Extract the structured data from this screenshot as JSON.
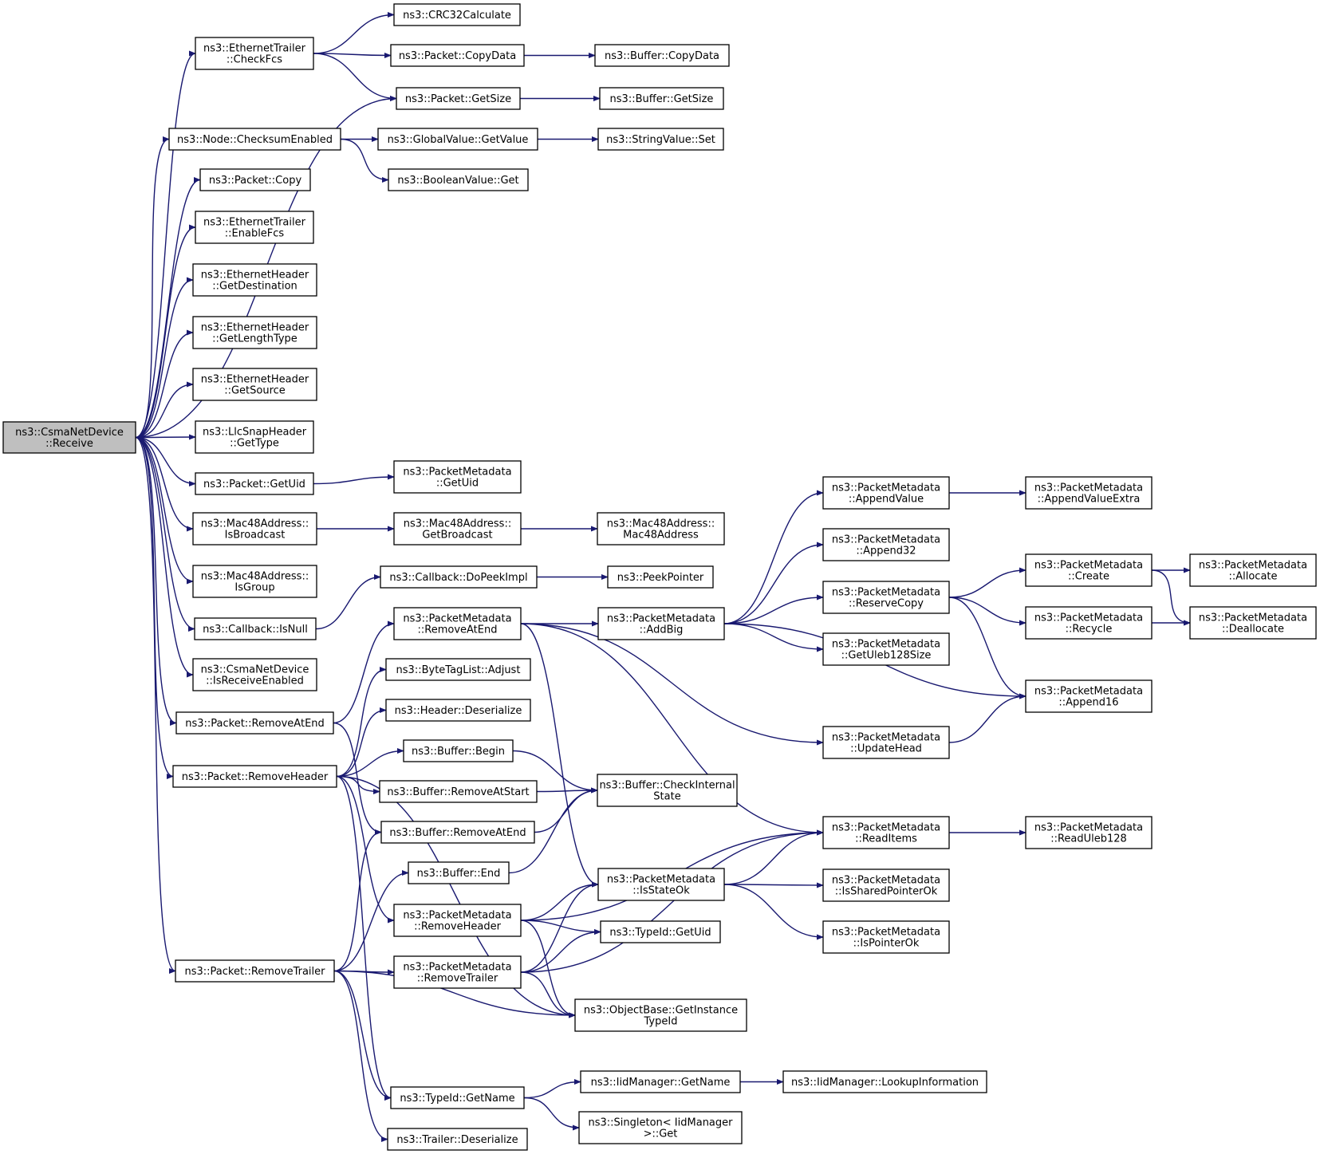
{
  "diagram": {
    "root": "receive",
    "nodes": {
      "receive": [
        "ns3::CsmaNetDevice",
        "::Receive"
      ],
      "checkFcs": [
        "ns3::EthernetTrailer",
        "::CheckFcs"
      ],
      "crc32": [
        "ns3::CRC32Calculate"
      ],
      "pktCopyData": [
        "ns3::Packet::CopyData"
      ],
      "bufCopyData": [
        "ns3::Buffer::CopyData"
      ],
      "pktGetSize": [
        "ns3::Packet::GetSize"
      ],
      "bufGetSize": [
        "ns3::Buffer::GetSize"
      ],
      "checksumEnabled": [
        "ns3::Node::ChecksumEnabled"
      ],
      "gvGetValue": [
        "ns3::GlobalValue::GetValue"
      ],
      "svSet": [
        "ns3::StringValue::Set"
      ],
      "bvGet": [
        "ns3::BooleanValue::Get"
      ],
      "pktCopy": [
        "ns3::Packet::Copy"
      ],
      "enableFcs": [
        "ns3::EthernetTrailer",
        "::EnableFcs"
      ],
      "getDest": [
        "ns3::EthernetHeader",
        "::GetDestination"
      ],
      "getLenType": [
        "ns3::EthernetHeader",
        "::GetLengthType"
      ],
      "getSource": [
        "ns3::EthernetHeader",
        "::GetSource"
      ],
      "llcGetType": [
        "ns3::LlcSnapHeader",
        "::GetType"
      ],
      "pktGetUid": [
        "ns3::Packet::GetUid"
      ],
      "pmGetUid": [
        "ns3::PacketMetadata",
        "::GetUid"
      ],
      "isBroadcast": [
        "ns3::Mac48Address::",
        "IsBroadcast"
      ],
      "getBroadcast": [
        "ns3::Mac48Address::",
        "GetBroadcast"
      ],
      "mac48": [
        "ns3::Mac48Address::",
        "Mac48Address"
      ],
      "isGroup": [
        "ns3::Mac48Address::",
        "IsGroup"
      ],
      "isNull": [
        "ns3::Callback::IsNull"
      ],
      "doPeekImpl": [
        "ns3::Callback::DoPeekImpl"
      ],
      "peekPointer": [
        "ns3::PeekPointer"
      ],
      "isRecvEnabled": [
        "ns3::CsmaNetDevice",
        "::IsReceiveEnabled"
      ],
      "pktRemoveAtEnd": [
        "ns3::Packet::RemoveAtEnd"
      ],
      "pmRemoveAtEnd": [
        "ns3::PacketMetadata",
        "::RemoveAtEnd"
      ],
      "addBig": [
        "ns3::PacketMetadata",
        "::AddBig"
      ],
      "appendValue": [
        "ns3::PacketMetadata",
        "::AppendValue"
      ],
      "appendValueExtra": [
        "ns3::PacketMetadata",
        "::AppendValueExtra"
      ],
      "append32": [
        "ns3::PacketMetadata",
        "::Append32"
      ],
      "reserveCopy": [
        "ns3::PacketMetadata",
        "::ReserveCopy"
      ],
      "create": [
        "ns3::PacketMetadata",
        "::Create"
      ],
      "allocate": [
        "ns3::PacketMetadata",
        "::Allocate"
      ],
      "recycle": [
        "ns3::PacketMetadata",
        "::Recycle"
      ],
      "deallocate": [
        "ns3::PacketMetadata",
        "::Deallocate"
      ],
      "getUleb128Size": [
        "ns3::PacketMetadata",
        "::GetUleb128Size"
      ],
      "append16": [
        "ns3::PacketMetadata",
        "::Append16"
      ],
      "updateHead": [
        "ns3::PacketMetadata",
        "::UpdateHead"
      ],
      "btlAdjust": [
        "ns3::ByteTagList::Adjust"
      ],
      "hdrDeserialize": [
        "ns3::Header::Deserialize"
      ],
      "pktRemoveHeader": [
        "ns3::Packet::RemoveHeader"
      ],
      "bufBegin": [
        "ns3::Buffer::Begin"
      ],
      "bufRemoveAtStart": [
        "ns3::Buffer::RemoveAtStart"
      ],
      "bufCheckInternal": [
        "ns3::Buffer::CheckInternal",
        "State"
      ],
      "bufRemoveAtEnd": [
        "ns3::Buffer::RemoveAtEnd"
      ],
      "readItems": [
        "ns3::PacketMetadata",
        "::ReadItems"
      ],
      "readUleb128": [
        "ns3::PacketMetadata",
        "::ReadUleb128"
      ],
      "bufEnd": [
        "ns3::Buffer::End"
      ],
      "isStateOk": [
        "ns3::PacketMetadata",
        "::IsStateOk"
      ],
      "isSharedPtrOk": [
        "ns3::PacketMetadata",
        "::IsSharedPointerOk"
      ],
      "pmRemoveHeader": [
        "ns3::PacketMetadata",
        "::RemoveHeader"
      ],
      "typeIdGetUid": [
        "ns3::TypeId::GetUid"
      ],
      "isPointerOk": [
        "ns3::PacketMetadata",
        "::IsPointerOk"
      ],
      "pktRemoveTrailer": [
        "ns3::Packet::RemoveTrailer"
      ],
      "pmRemoveTrailer": [
        "ns3::PacketMetadata",
        "::RemoveTrailer"
      ],
      "getInstanceTypeId": [
        "ns3::ObjectBase::GetInstance",
        "TypeId"
      ],
      "typeIdGetName": [
        "ns3::TypeId::GetName"
      ],
      "iidGetName": [
        "ns3::IidManager::GetName"
      ],
      "lookupInfo": [
        "ns3::IidManager::LookupInformation"
      ],
      "singletonGet": [
        "ns3::Singleton< IidManager",
        ">::Get"
      ],
      "trlDeserialize": [
        "ns3::Trailer::Deserialize"
      ]
    },
    "edges": [
      [
        "receive",
        "checkFcs"
      ],
      [
        "receive",
        "pktGetSize"
      ],
      [
        "receive",
        "checksumEnabled"
      ],
      [
        "receive",
        "pktCopy"
      ],
      [
        "receive",
        "enableFcs"
      ],
      [
        "receive",
        "getDest"
      ],
      [
        "receive",
        "getLenType"
      ],
      [
        "receive",
        "getSource"
      ],
      [
        "receive",
        "llcGetType"
      ],
      [
        "receive",
        "pktGetUid"
      ],
      [
        "receive",
        "isBroadcast"
      ],
      [
        "receive",
        "isGroup"
      ],
      [
        "receive",
        "isNull"
      ],
      [
        "receive",
        "isRecvEnabled"
      ],
      [
        "receive",
        "pktRemoveAtEnd"
      ],
      [
        "receive",
        "pktRemoveHeader"
      ],
      [
        "receive",
        "pktRemoveTrailer"
      ],
      [
        "checkFcs",
        "crc32"
      ],
      [
        "checkFcs",
        "pktCopyData"
      ],
      [
        "checkFcs",
        "pktGetSize"
      ],
      [
        "pktCopyData",
        "bufCopyData"
      ],
      [
        "pktGetSize",
        "bufGetSize"
      ],
      [
        "checksumEnabled",
        "gvGetValue"
      ],
      [
        "checksumEnabled",
        "bvGet"
      ],
      [
        "gvGetValue",
        "svSet"
      ],
      [
        "pktGetUid",
        "pmGetUid"
      ],
      [
        "isBroadcast",
        "getBroadcast"
      ],
      [
        "getBroadcast",
        "mac48"
      ],
      [
        "isNull",
        "doPeekImpl"
      ],
      [
        "doPeekImpl",
        "peekPointer"
      ],
      [
        "pktRemoveAtEnd",
        "pmRemoveAtEnd"
      ],
      [
        "pktRemoveAtEnd",
        "bufRemoveAtEnd"
      ],
      [
        "pmRemoveAtEnd",
        "addBig"
      ],
      [
        "pmRemoveAtEnd",
        "updateHead"
      ],
      [
        "pmRemoveAtEnd",
        "readItems"
      ],
      [
        "pmRemoveAtEnd",
        "isStateOk"
      ],
      [
        "addBig",
        "appendValue"
      ],
      [
        "addBig",
        "append32"
      ],
      [
        "addBig",
        "reserveCopy"
      ],
      [
        "addBig",
        "getUleb128Size"
      ],
      [
        "addBig",
        "append16"
      ],
      [
        "appendValue",
        "appendValueExtra"
      ],
      [
        "reserveCopy",
        "create"
      ],
      [
        "reserveCopy",
        "recycle"
      ],
      [
        "reserveCopy",
        "append16"
      ],
      [
        "create",
        "allocate"
      ],
      [
        "create",
        "deallocate"
      ],
      [
        "recycle",
        "deallocate"
      ],
      [
        "updateHead",
        "append16"
      ],
      [
        "pktRemoveHeader",
        "btlAdjust"
      ],
      [
        "pktRemoveHeader",
        "hdrDeserialize"
      ],
      [
        "pktRemoveHeader",
        "bufBegin"
      ],
      [
        "pktRemoveHeader",
        "bufRemoveAtStart"
      ],
      [
        "pktRemoveHeader",
        "pmRemoveHeader"
      ],
      [
        "pktRemoveHeader",
        "getInstanceTypeId"
      ],
      [
        "pktRemoveHeader",
        "typeIdGetName"
      ],
      [
        "bufBegin",
        "bufCheckInternal"
      ],
      [
        "bufRemoveAtStart",
        "bufCheckInternal"
      ],
      [
        "bufRemoveAtEnd",
        "bufCheckInternal"
      ],
      [
        "bufEnd",
        "bufCheckInternal"
      ],
      [
        "readItems",
        "readUleb128"
      ],
      [
        "isStateOk",
        "readItems"
      ],
      [
        "isStateOk",
        "isSharedPtrOk"
      ],
      [
        "isStateOk",
        "isPointerOk"
      ],
      [
        "pmRemoveHeader",
        "readItems"
      ],
      [
        "pmRemoveHeader",
        "isStateOk"
      ],
      [
        "pmRemoveHeader",
        "typeIdGetUid"
      ],
      [
        "pmRemoveHeader",
        "getInstanceTypeId"
      ],
      [
        "pktRemoveTrailer",
        "bufRemoveAtEnd"
      ],
      [
        "pktRemoveTrailer",
        "bufEnd"
      ],
      [
        "pktRemoveTrailer",
        "pmRemoveTrailer"
      ],
      [
        "pktRemoveTrailer",
        "getInstanceTypeId"
      ],
      [
        "pktRemoveTrailer",
        "typeIdGetName"
      ],
      [
        "pktRemoveTrailer",
        "trlDeserialize"
      ],
      [
        "pmRemoveTrailer",
        "isStateOk"
      ],
      [
        "pmRemoveTrailer",
        "typeIdGetUid"
      ],
      [
        "pmRemoveTrailer",
        "getInstanceTypeId"
      ],
      [
        "pmRemoveTrailer",
        "readItems"
      ],
      [
        "typeIdGetName",
        "iidGetName"
      ],
      [
        "typeIdGetName",
        "singletonGet"
      ],
      [
        "iidGetName",
        "lookupInfo"
      ]
    ]
  }
}
